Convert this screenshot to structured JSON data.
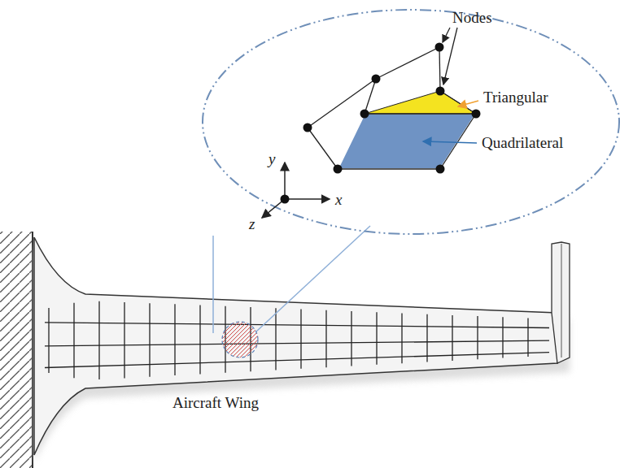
{
  "diagram": {
    "labels": [
      "Nodes",
      "Triangular",
      "Quadrilateral",
      "y",
      "x",
      "z",
      "Aircraft Wing"
    ]
  }
}
